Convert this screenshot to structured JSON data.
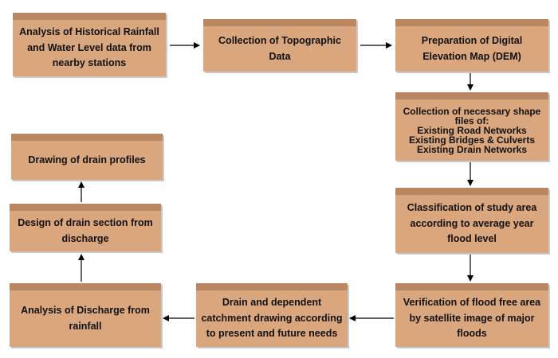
{
  "steps": {
    "s1": "Analysis of Historical Rainfall and Water Level data from nearby stations",
    "s2": "Collection of Topographic Data",
    "s3": "Preparation of Digital Elevation Map (DEM)",
    "s4_title": "Collection of necessary shape files of:",
    "s4_items": [
      "Existing Road Networks",
      "Existing Bridges & Culverts",
      "Existing Drain Networks"
    ],
    "s5": "Classification of study area according to average year flood level",
    "s6": "Verification of flood free area by satellite image of major floods",
    "s7": "Drain and dependent catchment drawing according to present and future needs",
    "s8": "Analysis of Discharge from rainfall",
    "s9": "Design of drain section from discharge",
    "s10": "Drawing of drain profiles"
  },
  "colors": {
    "box_fill": "#d9a67e",
    "box_top": "#b98863",
    "arrow": "#000000"
  }
}
